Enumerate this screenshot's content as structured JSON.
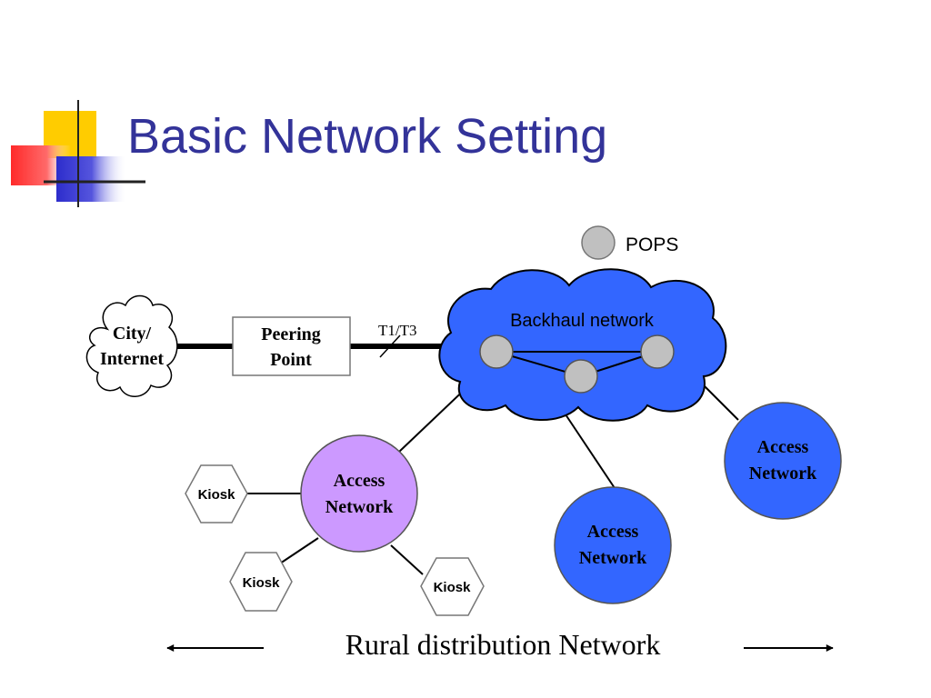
{
  "slide": {
    "title": "Basic Network Setting"
  },
  "legend": {
    "pops_label": "POPS"
  },
  "city": {
    "line1": "City/",
    "line2": "Internet"
  },
  "peering": {
    "line1": "Peering",
    "line2": "Point"
  },
  "link_label": "T1/T3",
  "backhaul": {
    "label": "Backhaul network"
  },
  "access_networks": [
    {
      "line1": "Access",
      "line2": "Network"
    },
    {
      "line1": "Access",
      "line2": "Network"
    },
    {
      "line1": "Access",
      "line2": "Network"
    }
  ],
  "kiosks": [
    {
      "label": "Kiosk"
    },
    {
      "label": "Kiosk"
    },
    {
      "label": "Kiosk"
    }
  ],
  "footer": {
    "label": "Rural distribution Network"
  },
  "colors": {
    "title": "#333399",
    "backhaul_fill": "#3366ff",
    "access_fill": "#3366ff",
    "access_primary_fill": "#cc99ff",
    "pop_fill": "#c0c0c0",
    "line": "#000000",
    "accent_yellow": "#ffcc00",
    "accent_red": "#ff3333",
    "accent_blue": "#3333cc"
  }
}
